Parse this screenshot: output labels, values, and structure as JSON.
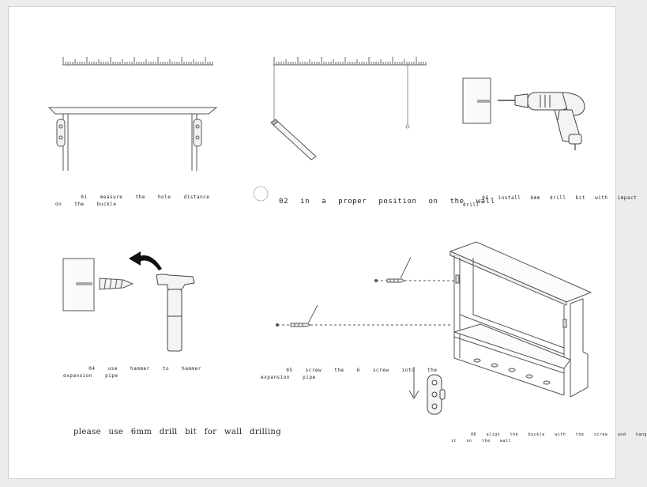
{
  "steps": [
    {
      "number": "01",
      "text": "measure the hole distance\non the buckle"
    },
    {
      "number": "02",
      "text": "in a proper position on the wall"
    },
    {
      "number": "03",
      "text": "install 6mm drill bit with impact\ndrill"
    },
    {
      "number": "04",
      "text": "use hammer to hammer\nexpansion pipe"
    },
    {
      "number": "05",
      "text": "screw the 6 screw into the\nexpansion pipe"
    },
    {
      "number": "06",
      "text": "align the buckle with the screw and hang\nit on the wall"
    }
  ],
  "note": "please use 6mm drill bit for wall drilling",
  "icons": [
    "ruler-icon",
    "shelf-icon",
    "plumb-line-icon",
    "pencil-icon",
    "drill-icon",
    "wall-anchor-icon",
    "hammer-icon",
    "screw-icon",
    "hanger-bracket-icon",
    "wall-shelf-icon",
    "arrow-icon"
  ],
  "colors": {
    "line": "#555555",
    "paper": "#ffffff",
    "background": "#ececec"
  }
}
